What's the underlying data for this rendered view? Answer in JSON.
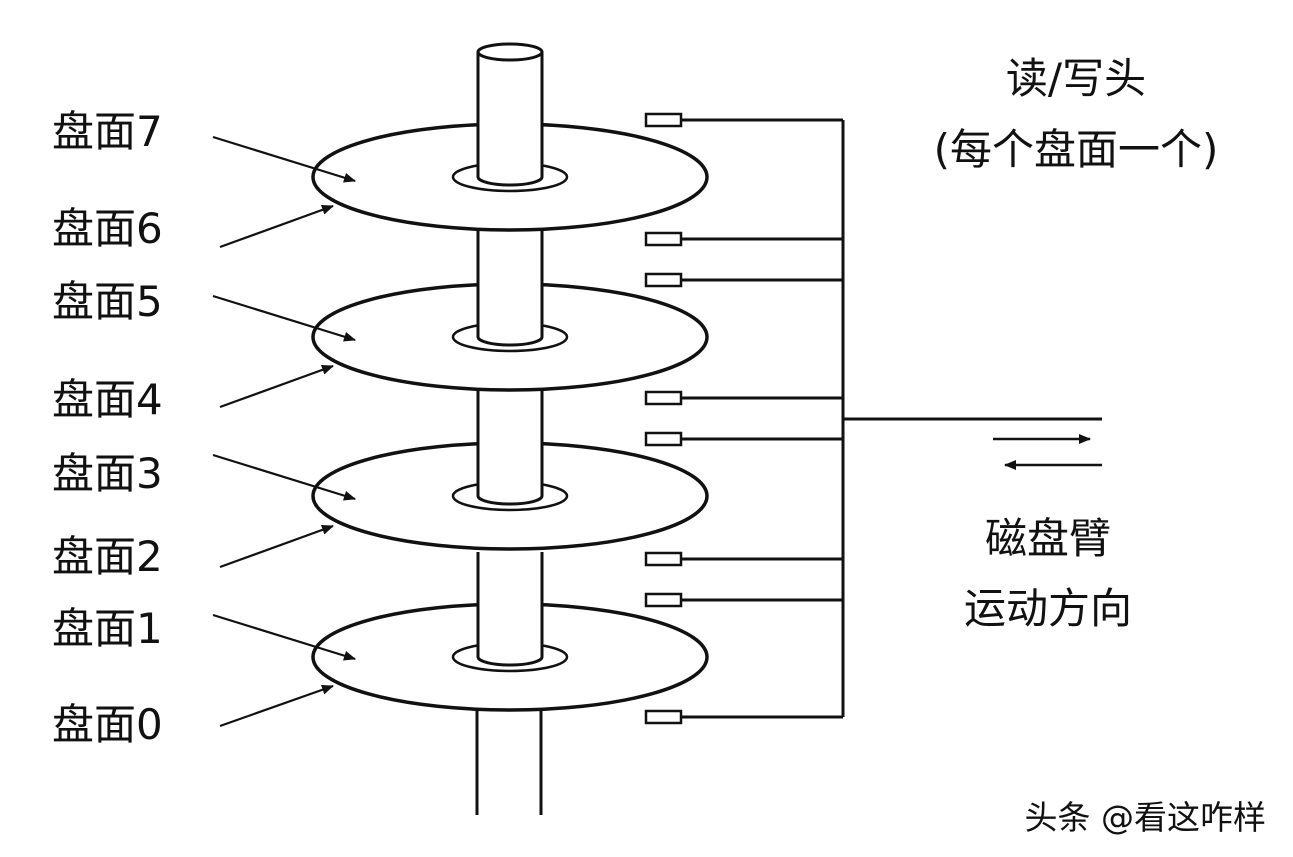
{
  "diagram": {
    "surface_labels": [
      "盘面7",
      "盘面6",
      "盘面5",
      "盘面4",
      "盘面3",
      "盘面2",
      "盘面1",
      "盘面0"
    ],
    "head_label_line1": "读/写头",
    "head_label_line2": "(每个盘面一个)",
    "arm_label_line1": "磁盘臂",
    "arm_label_line2": "运动方向",
    "watermark": "头条 @看这咋样"
  }
}
